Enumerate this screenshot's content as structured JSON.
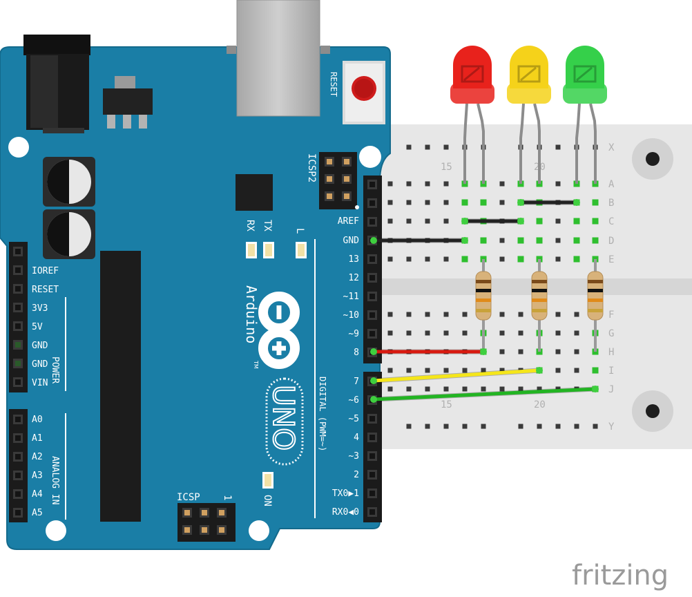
{
  "board": {
    "left_header_labels": [
      "IOREF",
      "RESET",
      "3V3",
      "5V",
      "GND",
      "GND",
      "VIN"
    ],
    "power_label": "POWER",
    "analog_labels": [
      "A0",
      "A1",
      "A2",
      "A3",
      "A4",
      "A5"
    ],
    "analog_label": "ANALOG IN",
    "digital_labels": [
      "AREF",
      "GND",
      "13",
      "12",
      "~11",
      "~10",
      "~9",
      "8",
      "7",
      "~6",
      "~5",
      "4",
      "~3",
      "2",
      "TX0▶1",
      "RX0◀0"
    ],
    "digital_label": "DIGITAL (PWM=~)",
    "reset_label": "RESET",
    "icsp2_label": "ICSP2",
    "icsp_label": "ICSP",
    "icsp_pin1": "1",
    "rx_label": "RX",
    "tx_label": "TX",
    "l_label": "L",
    "on_label": "ON",
    "brand_name": "Arduino",
    "trademark": "TM",
    "model": "UNO"
  },
  "breadboard": {
    "row_labels_top": [
      "X",
      "A",
      "B",
      "C",
      "D",
      "E"
    ],
    "row_labels_bottom": [
      "F",
      "G",
      "H",
      "I",
      "J",
      "Y"
    ],
    "column_labels_top": [
      "15",
      "20"
    ],
    "column_labels_bottom": [
      "15",
      "20"
    ]
  },
  "leds": [
    {
      "color": "red",
      "hex": "#e8221c"
    },
    {
      "color": "yellow",
      "hex": "#f5d21a"
    },
    {
      "color": "green",
      "hex": "#35d04a"
    }
  ],
  "wires": [
    {
      "from": "GND",
      "to": "D15",
      "hex": "#222222"
    },
    {
      "from": "C15",
      "to": "C18",
      "hex": "#222222"
    },
    {
      "from": "B18",
      "to": "B21",
      "hex": "#222222"
    },
    {
      "from": "8",
      "to": "H16",
      "hex": "#d81a10"
    },
    {
      "from": "7",
      "to": "I19",
      "hex": "#f5e61a"
    },
    {
      "from": "~6",
      "to": "J22",
      "hex": "#22b422"
    }
  ],
  "colors": {
    "board": "#1a7ea6",
    "board_edge": "#136a8c",
    "breadboard": "#e7e7e7",
    "header": "#1b1b1b"
  },
  "watermark": "fritzing"
}
